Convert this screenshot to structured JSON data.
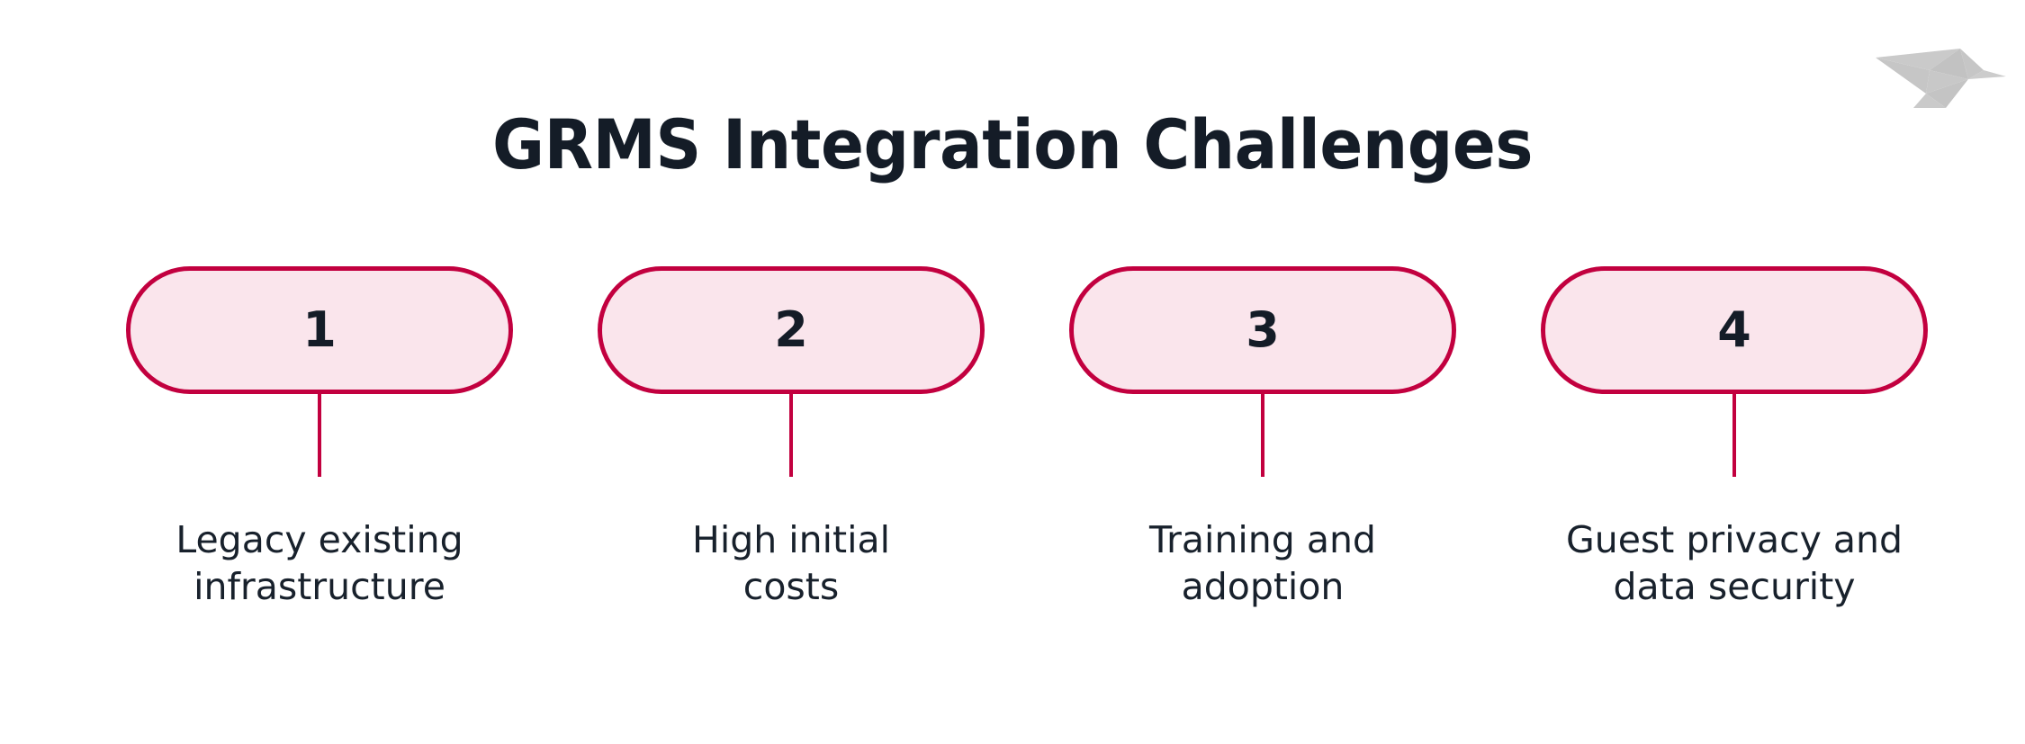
{
  "slide": {
    "title": "GRMS Integration Challenges",
    "background_color": "#FFFFFF",
    "title_color": "#141C27",
    "accent_color": "#C2003F",
    "badge_fill_color": "#FAE5EC",
    "label_color": "#18212C",
    "logo": {
      "name": "origami-bird-logo",
      "color": "#C4C4C4"
    }
  },
  "steps": [
    {
      "number": "1",
      "label_line1": "Legacy existing",
      "label_line2": "infrastructure"
    },
    {
      "number": "2",
      "label_line1": "High initial",
      "label_line2": "costs"
    },
    {
      "number": "3",
      "label_line1": "Training and",
      "label_line2": "adoption"
    },
    {
      "number": "4",
      "label_line1": "Guest privacy and",
      "label_line2": "data security"
    }
  ]
}
